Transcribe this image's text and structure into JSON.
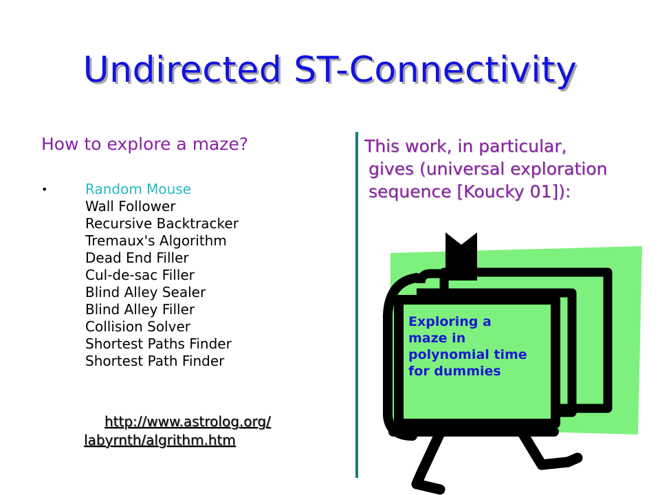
{
  "slide": {
    "title": "Undirected ST-Connectivity",
    "left": {
      "heading": "How to explore a maze?",
      "bullet": "•",
      "methods": [
        "Random Mouse",
        "Wall Follower",
        "Recursive Backtracker",
        "Tremaux's Algorithm",
        "Dead End Filler",
        "Cul-de-sac Filler",
        "Blind Alley Sealer",
        "Blind Alley Filler",
        "Collision Solver",
        "Shortest Paths Finder",
        "Shortest Path Finder"
      ],
      "link_line1": "http://www.astrolog.org/",
      "link_line2": "labyrnth/algrithm.htm"
    },
    "right": {
      "text_lines": [
        "This work, in particular,",
        "gives (universal exploration",
        "sequence [Koucky 01]):"
      ],
      "book_caption_lines": [
        "Exploring a",
        "maze in",
        "polynomial time",
        "for dummies"
      ]
    }
  },
  "colors": {
    "title": "#1212e0",
    "heading": "#8a1fa6",
    "first_method": "#24b8c6",
    "divider": "#1a7a73",
    "book_green": "#7ef07e",
    "book_caption": "#1a1ad0"
  },
  "icons": {
    "book": "book-cartoon-illustration"
  }
}
